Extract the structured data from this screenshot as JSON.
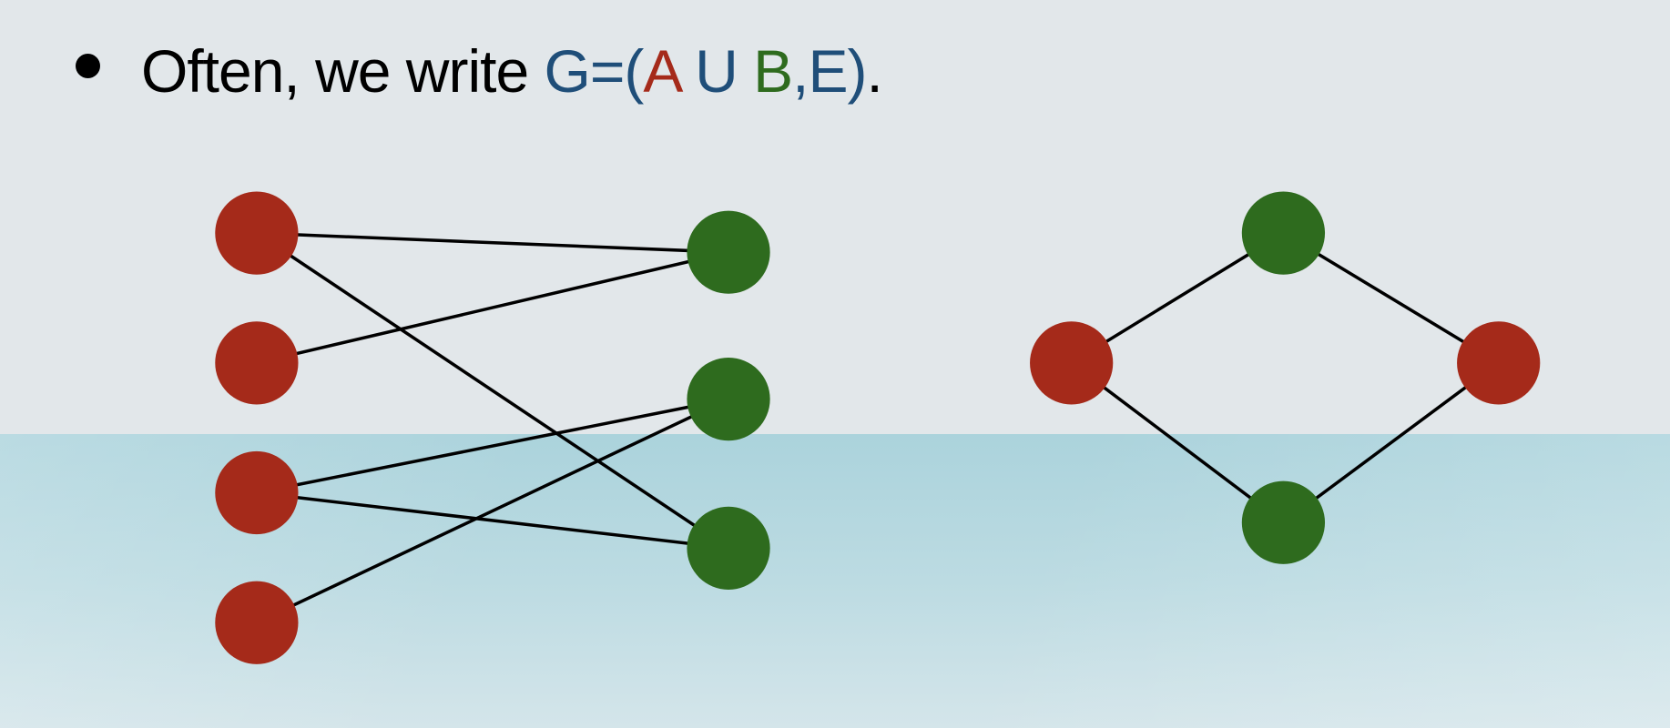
{
  "heading": {
    "prefix": "Often, we write ",
    "parts": [
      {
        "text": "G=(",
        "color": "#1f4e79"
      },
      {
        "text": "A",
        "color": "#a52a1a"
      },
      {
        "text": " U ",
        "color": "#1f4e79"
      },
      {
        "text": "B",
        "color": "#2e6b1e"
      },
      {
        "text": ",E)",
        "color": "#1f4e79"
      }
    ],
    "suffix": "."
  },
  "colors": {
    "A": "#a52a1a",
    "B": "#2e6b1e",
    "edge": "#000000"
  },
  "graphs": [
    {
      "name": "bipartite-graph-left",
      "A": [
        "a1",
        "a2",
        "a3",
        "a4"
      ],
      "B": [
        "b1",
        "b2",
        "b3"
      ],
      "edges": [
        [
          "a1",
          "b1"
        ],
        [
          "a1",
          "b3"
        ],
        [
          "a2",
          "b1"
        ],
        [
          "a3",
          "b2"
        ],
        [
          "a3",
          "b3"
        ],
        [
          "a4",
          "b2"
        ]
      ]
    },
    {
      "name": "bipartite-graph-right",
      "A": [
        "c1",
        "c2"
      ],
      "B": [
        "d1",
        "d2"
      ],
      "edges": [
        [
          "c1",
          "d1"
        ],
        [
          "c1",
          "d2"
        ],
        [
          "c2",
          "d1"
        ],
        [
          "c2",
          "d2"
        ]
      ]
    }
  ]
}
